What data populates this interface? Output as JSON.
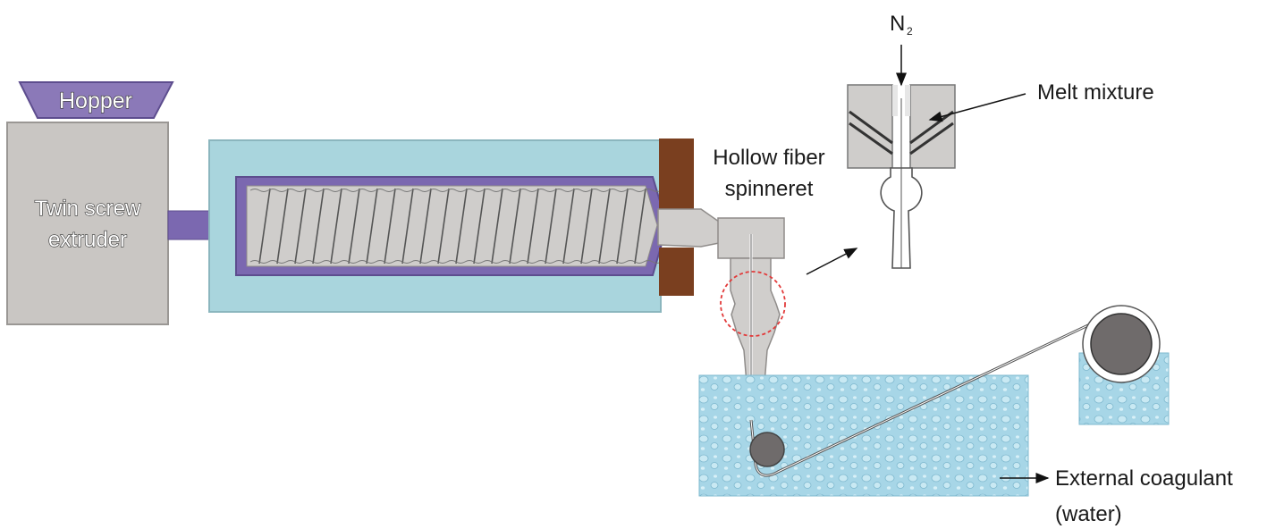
{
  "labels": {
    "hopper": "Hopper",
    "extruder_line1": "Twin screw",
    "extruder_line2": "extruder",
    "spinneret_line1": "Hollow fiber",
    "spinneret_line2": "spinneret",
    "n2": "N",
    "n2_sub": "2",
    "melt_mixture": "Melt mixture",
    "coagulant_line1": "External coagulant",
    "coagulant_line2": "(water)"
  },
  "colors": {
    "hopper": "#8b79b8",
    "extruder_body": "#c9c6c3",
    "barrel_bath": "#a9d5dd",
    "screw_housing": "#7b68b0",
    "screw": "#cfcdcb",
    "die_plate": "#7a3f1f",
    "water": "#9ed0e3",
    "roller": "#6f6b6b",
    "highlight_circle": "#e23a3a"
  },
  "icons": {
    "droplet_texture": "water-droplets",
    "arrow": "arrow-right"
  }
}
